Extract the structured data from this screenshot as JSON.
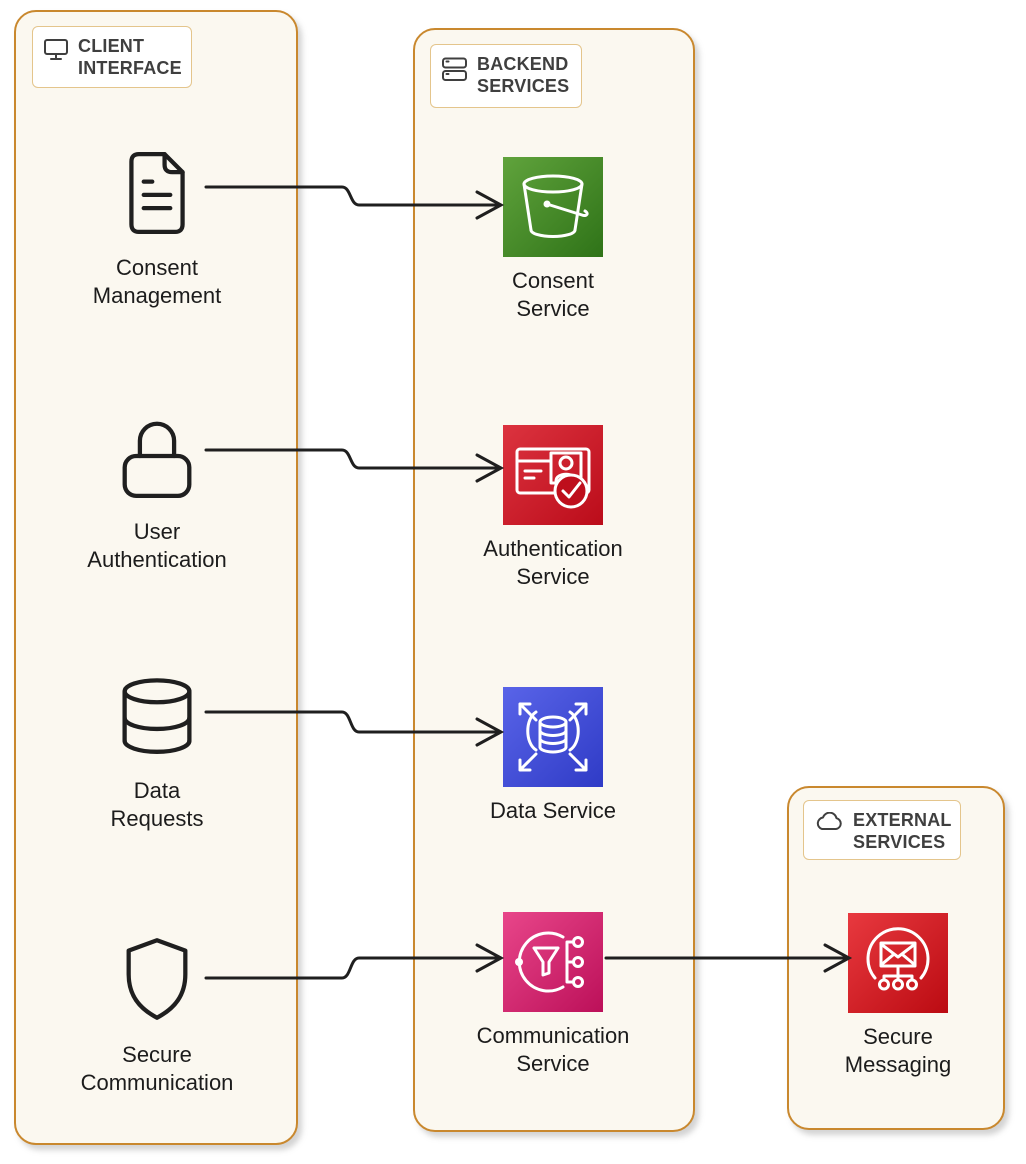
{
  "groups": {
    "client": {
      "label": "CLIENT\nINTERFACE",
      "icon": "monitor-icon"
    },
    "backend": {
      "label": "BACKEND\nSERVICES",
      "icon": "servers-icon"
    },
    "external": {
      "label": "EXTERNAL\nSERVICES",
      "icon": "cloud-icon"
    }
  },
  "nodes": {
    "consent_management": {
      "label": "Consent\nManagement",
      "icon": "document-icon",
      "group": "client"
    },
    "user_authentication": {
      "label": "User\nAuthentication",
      "icon": "lock-icon",
      "group": "client"
    },
    "data_requests": {
      "label": "Data\nRequests",
      "icon": "database-icon",
      "group": "client"
    },
    "secure_communication": {
      "label": "Secure\nCommunication",
      "icon": "shield-icon",
      "group": "client"
    },
    "consent_service": {
      "label": "Consent\nService",
      "icon": "bucket-icon",
      "group": "backend",
      "color_from": "#60A33C",
      "color_to": "#2F7318"
    },
    "authentication_service": {
      "label": "Authentication\nService",
      "icon": "id-card-check-icon",
      "group": "backend",
      "color_from": "#DC333F",
      "color_to": "#BB0C1A"
    },
    "data_service": {
      "label": "Data Service",
      "icon": "database-scale-icon",
      "group": "backend",
      "color_from": "#5964E8",
      "color_to": "#2F3BC6"
    },
    "communication_service": {
      "label": "Communication\nService",
      "icon": "funnel-notification-icon",
      "group": "backend",
      "color_from": "#E8468A",
      "color_to": "#BC1059"
    },
    "secure_messaging": {
      "label": "Secure\nMessaging",
      "icon": "envelope-network-icon",
      "group": "external",
      "color_from": "#E8393F",
      "color_to": "#BB0B12"
    }
  },
  "edges": [
    {
      "from": "consent_management",
      "to": "consent_service"
    },
    {
      "from": "user_authentication",
      "to": "authentication_service"
    },
    {
      "from": "data_requests",
      "to": "data_service"
    },
    {
      "from": "secure_communication",
      "to": "communication_service"
    },
    {
      "from": "communication_service",
      "to": "secure_messaging"
    }
  ],
  "colors": {
    "container_border": "#C9882E",
    "container_fill": "#FBF8F0",
    "label_box_border": "#E4C58C",
    "header_text": "#3F3F3F",
    "node_text": "#1C1C1C",
    "arrow": "#1F1F1F"
  }
}
